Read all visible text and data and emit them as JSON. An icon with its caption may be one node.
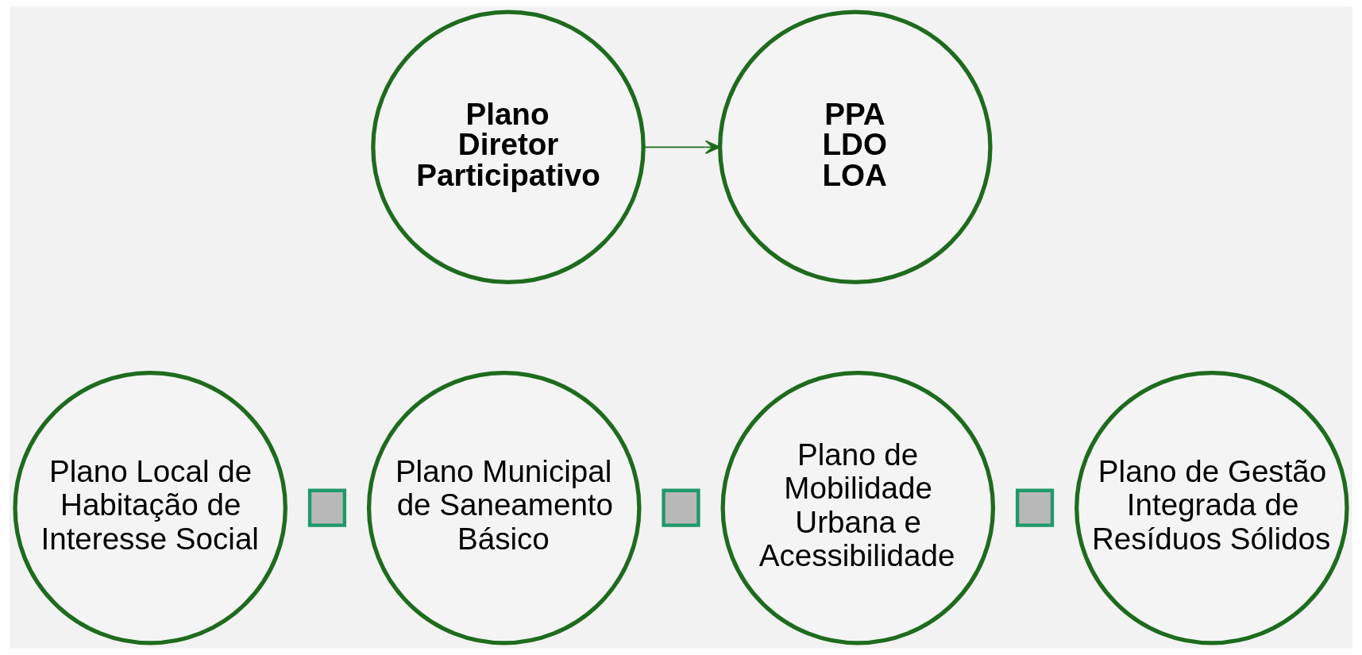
{
  "diagram": {
    "nodes": [
      {
        "text": [
          "Plano Diretor Participativo"
        ]
      },
      {
        "text": [
          "PPA LDO LOA"
        ]
      },
      {
        "text": [
          "Plano Local de Habitação de Interesse Social"
        ]
      },
      {
        "text": [],
        "shape": "plus"
      },
      {
        "text": [
          "Plano Municipal de Saneamento Básico"
        ]
      },
      {
        "text": [],
        "shape": "plus"
      },
      {
        "text": [
          "Plano de Mobilidade Urbana e Acessibilidade"
        ]
      },
      {
        "text": [],
        "shape": "plus"
      },
      {
        "text": [
          "Plano de Gestão Integrada de Resíduos Sólidos"
        ]
      }
    ],
    "edges": [
      {
        "from": 0,
        "to": 1,
        "arrow": "to"
      }
    ]
  }
}
